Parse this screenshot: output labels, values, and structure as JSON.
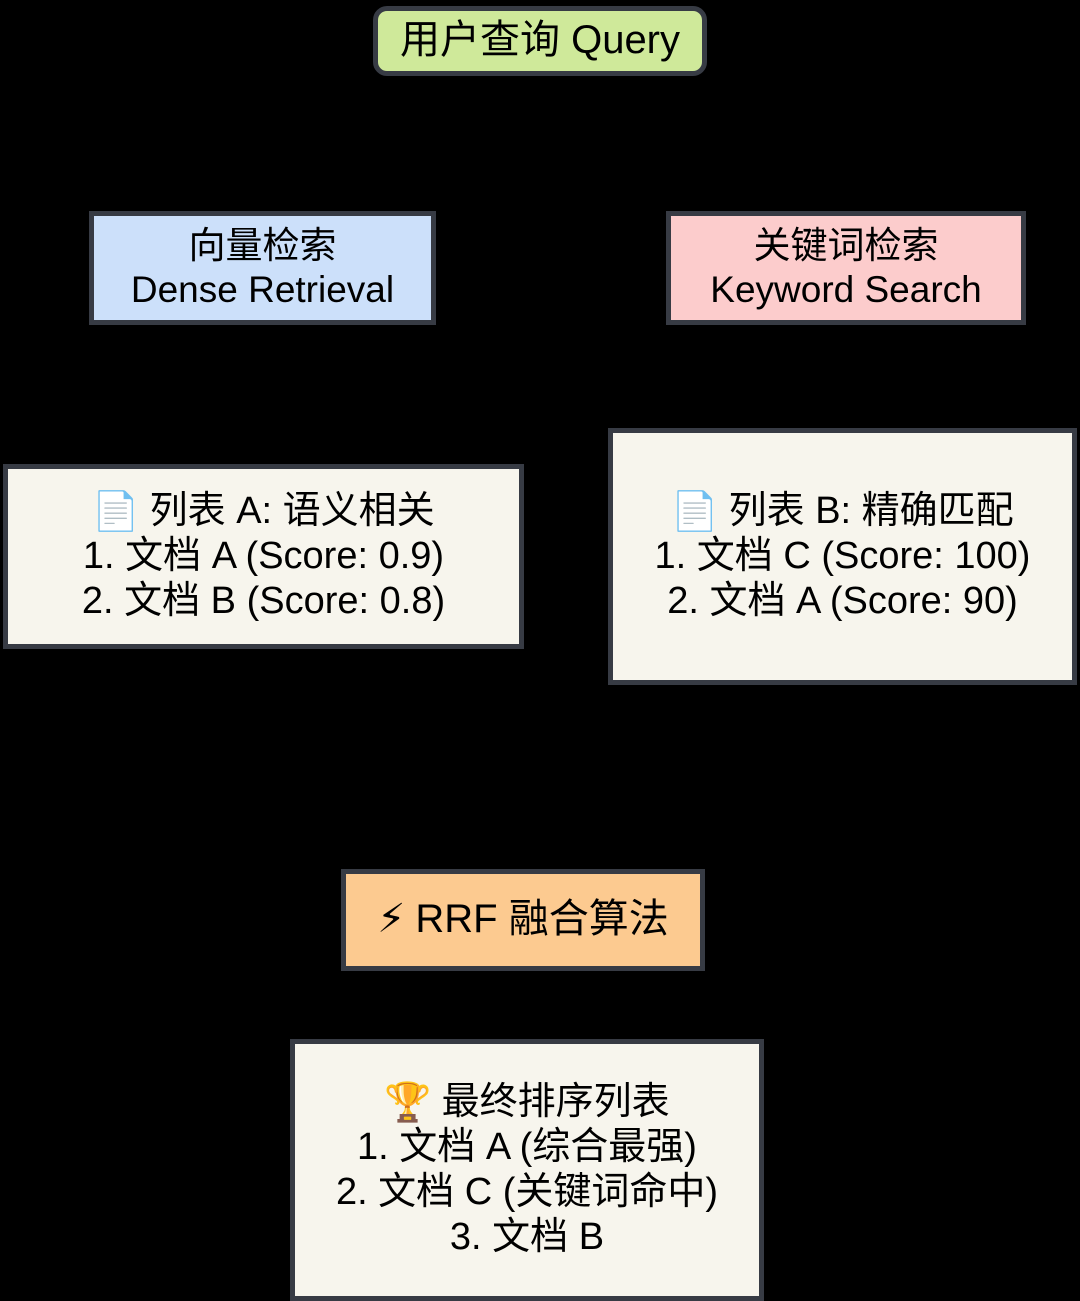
{
  "diagram": {
    "title": "RRF Hybrid Retrieval Fusion Flow",
    "background_color": "#000000",
    "border_color": "#373b44",
    "nodes": {
      "query": {
        "label": "用户查询 Query",
        "fill": "#cfe99a"
      },
      "dense": {
        "line1": "向量检索",
        "line2": "Dense Retrieval",
        "fill": "#cce0fa"
      },
      "keyword": {
        "line1": "关键词检索",
        "line2": "Keyword Search",
        "fill": "#fccccc"
      },
      "list_a": {
        "icon": "document-icon",
        "icon_glyph": "📄",
        "title": "列表 A: 语义相关",
        "items": [
          "1. 文档 A (Score: 0.9)",
          "2. 文档 B (Score: 0.8)"
        ],
        "fill": "#f7f5ed"
      },
      "list_b": {
        "icon": "document-icon",
        "icon_glyph": "📄",
        "title": "列表 B: 精确匹配",
        "items": [
          "1. 文档 C (Score: 100)",
          "2. 文档 A (Score: 90)"
        ],
        "fill": "#f7f5ed"
      },
      "rrf": {
        "icon": "lightning-bolt-icon",
        "icon_glyph": "⚡",
        "label": "RRF 融合算法",
        "fill": "#fcca90"
      },
      "final": {
        "icon": "trophy-icon",
        "icon_glyph": "🏆",
        "title": "最终排序列表",
        "items": [
          "1. 文档 A (综合最强)",
          "2. 文档 C (关键词命中)",
          "3. 文档 B"
        ],
        "fill": "#f7f5ed"
      }
    },
    "edges": [
      {
        "from": "query",
        "to": "dense"
      },
      {
        "from": "query",
        "to": "keyword"
      },
      {
        "from": "dense",
        "to": "list_a"
      },
      {
        "from": "keyword",
        "to": "list_b"
      },
      {
        "from": "list_a",
        "to": "rrf"
      },
      {
        "from": "list_b",
        "to": "rrf"
      },
      {
        "from": "rrf",
        "to": "final"
      }
    ]
  }
}
